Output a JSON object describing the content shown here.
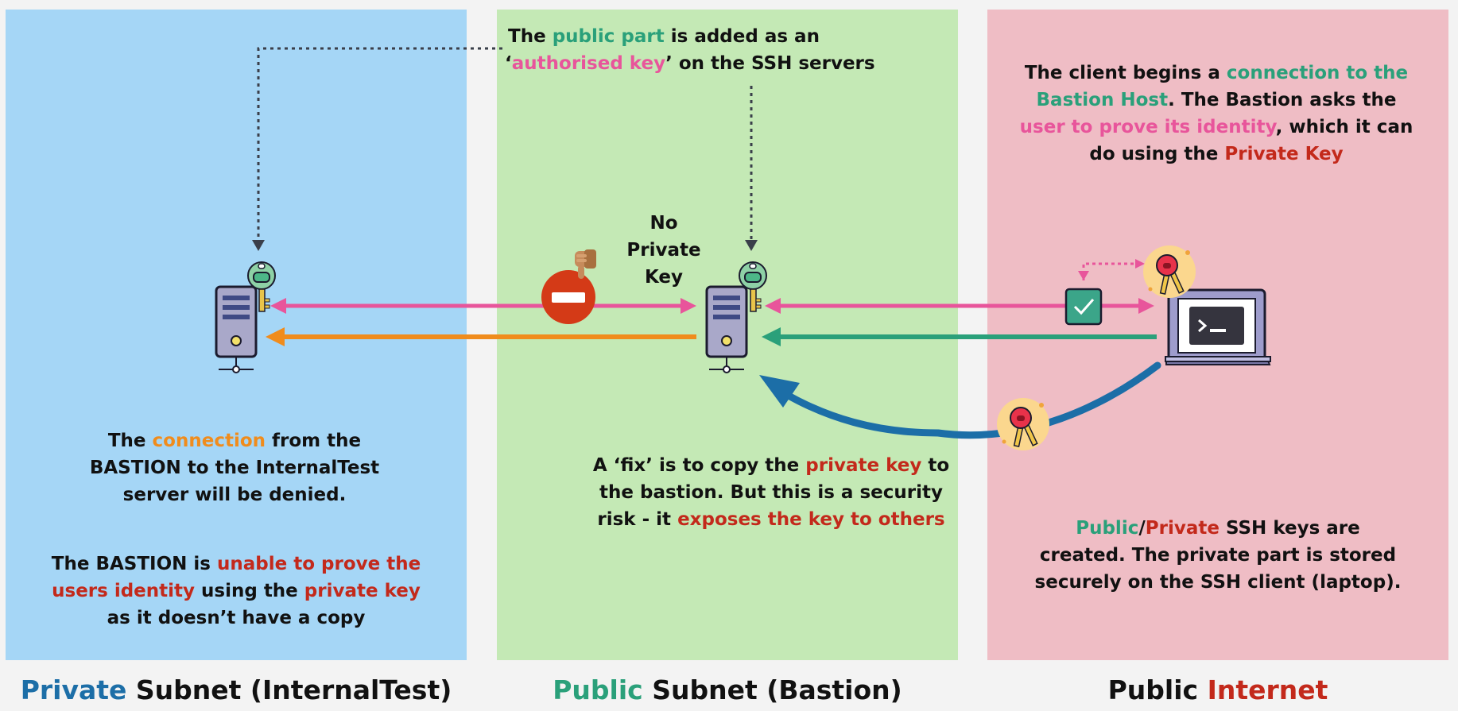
{
  "panels": {
    "private": {
      "title": {
        "highlight": "Private",
        "rest": " Subnet (InternalTest)"
      },
      "connection_note": {
        "l1_a": "The ",
        "l1_b": "connection",
        "l1_c": " from the",
        "l2": "BASTION to the InternalTest",
        "l3": "server will be denied."
      },
      "identity_note": {
        "l1_a": "The BASTION is ",
        "l1_b": "unable to prove the",
        "l2_a": "users identity",
        "l2_b": " using the ",
        "l2_c": "private key",
        "l3": "as it doesn’t have a copy"
      }
    },
    "public": {
      "title": {
        "highlight": "Public",
        "rest": " Subnet (Bastion)"
      },
      "public_part_note": {
        "l1_a": "The ",
        "l1_b": "public part",
        "l1_c": " is added as an",
        "l2_a": "‘",
        "l2_b": "authorised key",
        "l2_c": "’ on the SSH servers"
      },
      "no_private_key": {
        "l1": "No",
        "l2": "Private",
        "l3": "Key"
      },
      "fix_note": {
        "l1_a": "A ‘fix’ is to copy the ",
        "l1_b": "private key",
        "l1_c": " to",
        "l2": "the bastion. But this is a security",
        "l3_a": "risk - it ",
        "l3_b": "exposes the key to others"
      }
    },
    "internet": {
      "title": {
        "a": "Public ",
        "b": "Internet"
      },
      "client_note": {
        "l1_a": "The client begins a ",
        "l1_b": "connection to the",
        "l2_a": "Bastion Host",
        "l2_b": ". The Bastion asks the",
        "l3_a": "user to prove its identity",
        "l3_b": ", which it can",
        "l4_a": "do using the ",
        "l4_b": "Private Key"
      },
      "keys_note": {
        "l1_a": "Public",
        "l1_b": "/",
        "l1_c": "Private",
        "l1_d": " SSH keys are",
        "l2": "created. The private part is stored",
        "l3": "securely on the SSH client (laptop)."
      }
    }
  },
  "icons": {
    "server": "server-icon",
    "public_key": "public-key-icon",
    "private_keys": "private-keys-icon",
    "laptop": "laptop-terminal-icon",
    "denied": "no-entry-icon",
    "thumbs_down": "thumbs-down-icon",
    "check": "check-icon"
  },
  "colors": {
    "pink": "#e8559b",
    "orange": "#f08c1c",
    "green": "#2aa07a",
    "blue": "#1c6ea7",
    "red": "#c3291b",
    "private_panel": "#a5d6f6",
    "public_panel": "#c4e9b5",
    "internet_panel": "#efbdc5"
  }
}
